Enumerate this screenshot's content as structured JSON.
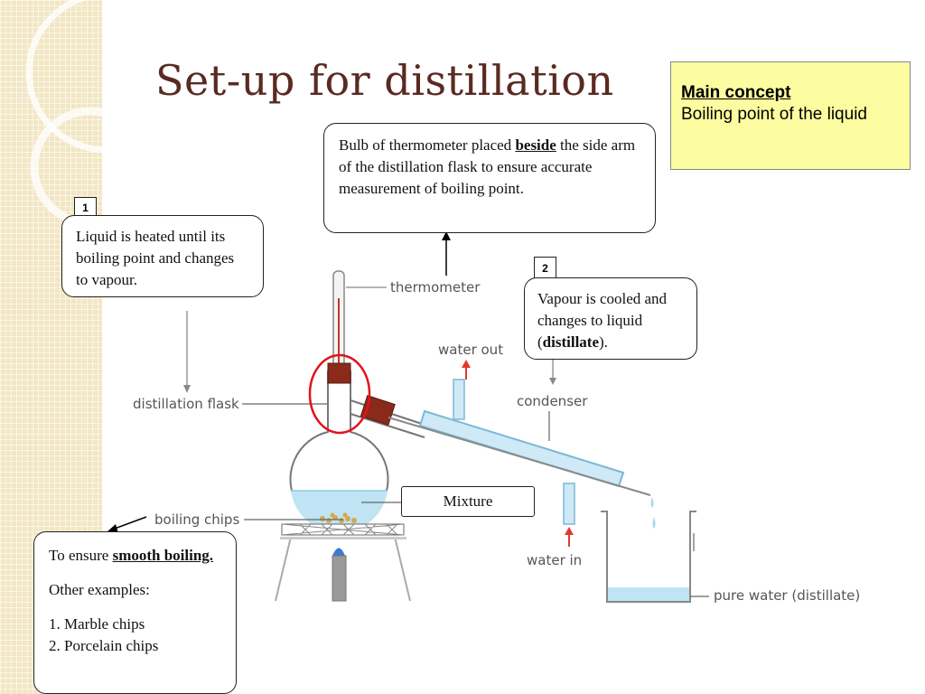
{
  "title": "Set-up for distillation",
  "main_concept": {
    "heading": "Main concept",
    "text": "Boiling point of the liquid"
  },
  "callouts": {
    "thermometer_note": {
      "before": "Bulb of thermometer placed ",
      "emphasis": "beside",
      "after": " the side arm of the distillation flask to ensure accurate measurement of boiling point."
    },
    "step1": {
      "number": "1",
      "text": "Liquid is heated until its boiling point and changes to vapour."
    },
    "step2": {
      "number": "2",
      "before": "Vapour is cooled and changes to liquid (",
      "emphasis": "distillate",
      "after": ")."
    },
    "mixture": "Mixture",
    "boiling_chips_note": {
      "before": "To ensure ",
      "emphasis": "smooth boiling.",
      "other_label": "Other examples:",
      "examples": [
        "1. Marble chips",
        "2. Porcelain chips"
      ]
    }
  },
  "diagram_labels": {
    "thermometer": "thermometer",
    "water_out": "water out",
    "condenser": "condenser",
    "distillation_flask": "distillation flask",
    "boiling_chips": "boiling chips",
    "water_in": "water in",
    "pure_water": "pure water (distillate)"
  },
  "colors": {
    "title": "#5a2a22",
    "concept_bg": "#fcfca0",
    "water": "#bfe4f4",
    "highlight_circle": "#e0141c",
    "stopper": "#8a2a1a",
    "flame": "#3a7bd5"
  }
}
